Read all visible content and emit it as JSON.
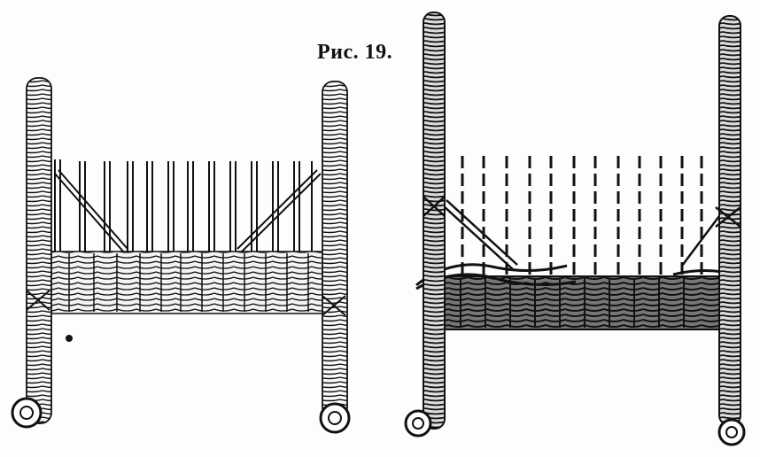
{
  "figure": {
    "caption": "Рис. 19."
  },
  "illustrations": [
    {
      "id": "chair-frame-left",
      "description_icon": "wicker-chair-frame-icon"
    },
    {
      "id": "chair-frame-right",
      "description_icon": "wicker-chair-frame-icon"
    }
  ],
  "colors": {
    "ink": "#111111",
    "paper": "#fdfdfd"
  }
}
